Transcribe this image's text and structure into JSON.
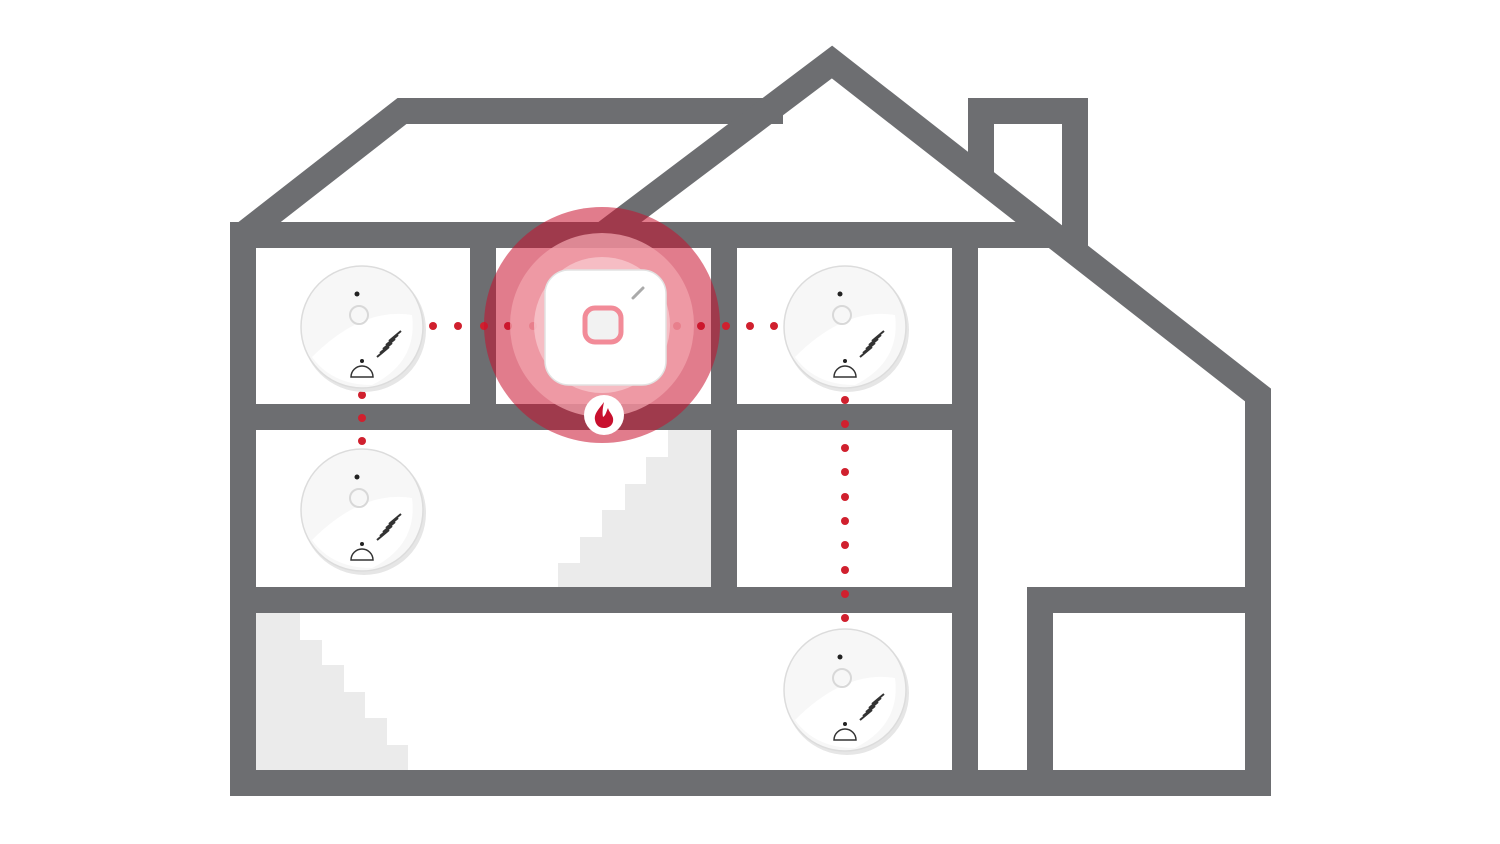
{
  "colors": {
    "house_outline": "#6d6e71",
    "stairs": "#ebebeb",
    "alert_red": "#c8102e",
    "connection_dots": "#d0202e",
    "device_white": "#ffffff"
  },
  "hub": {
    "icon": "smart-smoke-alarm-hub",
    "status": "alarm",
    "badge_icon": "flame-icon"
  },
  "detectors": [
    {
      "icon": "smoke-detector-icon",
      "room": "upper-left"
    },
    {
      "icon": "smoke-detector-icon",
      "room": "middle-left"
    },
    {
      "icon": "smoke-detector-icon",
      "room": "upper-right"
    },
    {
      "icon": "smoke-detector-icon",
      "room": "basement-right"
    }
  ]
}
